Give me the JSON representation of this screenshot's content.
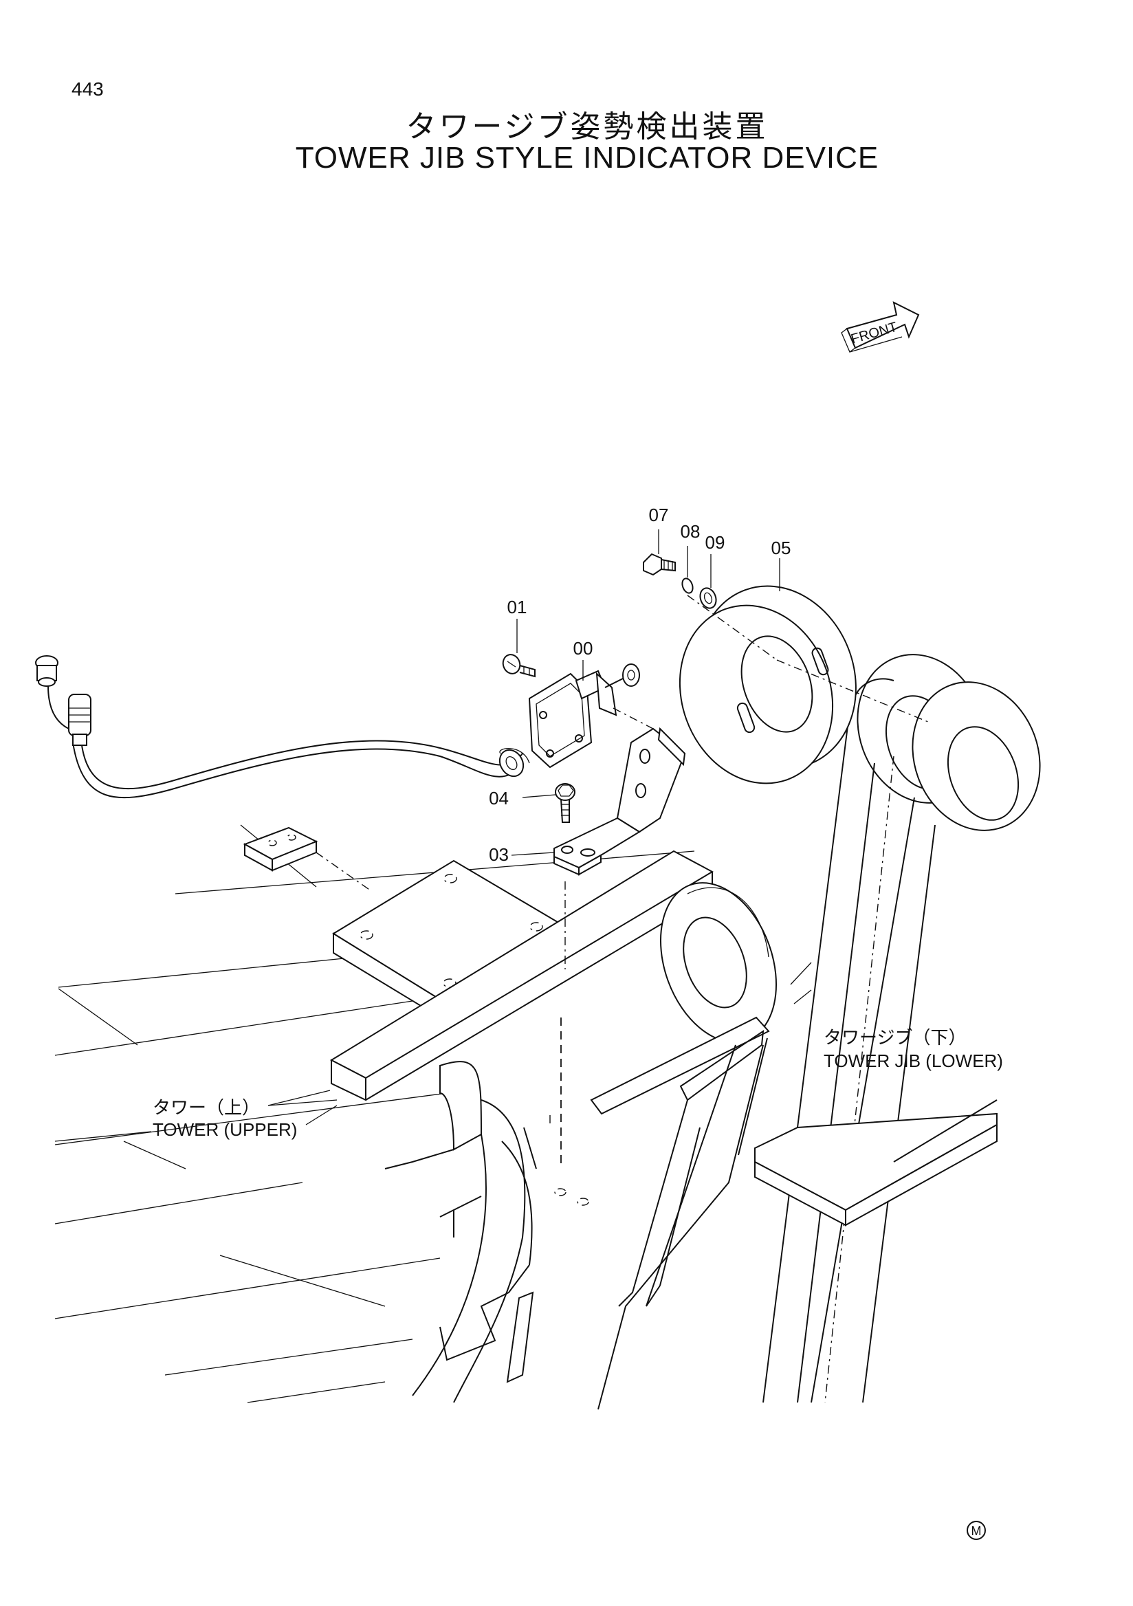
{
  "page_number": "443",
  "title_jp": "タワージブ姿勢検出装置",
  "title_en": "TOWER JIB STYLE INDICATOR DEVICE",
  "front_label": "FRONT",
  "callouts": {
    "c00": "00",
    "c01": "01",
    "c03": "03",
    "c04": "04",
    "c05": "05",
    "c07": "07",
    "c08": "08",
    "c09": "09"
  },
  "labels": {
    "tower_upper_jp": "タワー（上）",
    "tower_upper_en": "TOWER (UPPER)",
    "tower_jib_lower_jp": "タワージブ（下）",
    "tower_jib_lower_en": "TOWER JIB (LOWER)"
  },
  "mark": "M"
}
